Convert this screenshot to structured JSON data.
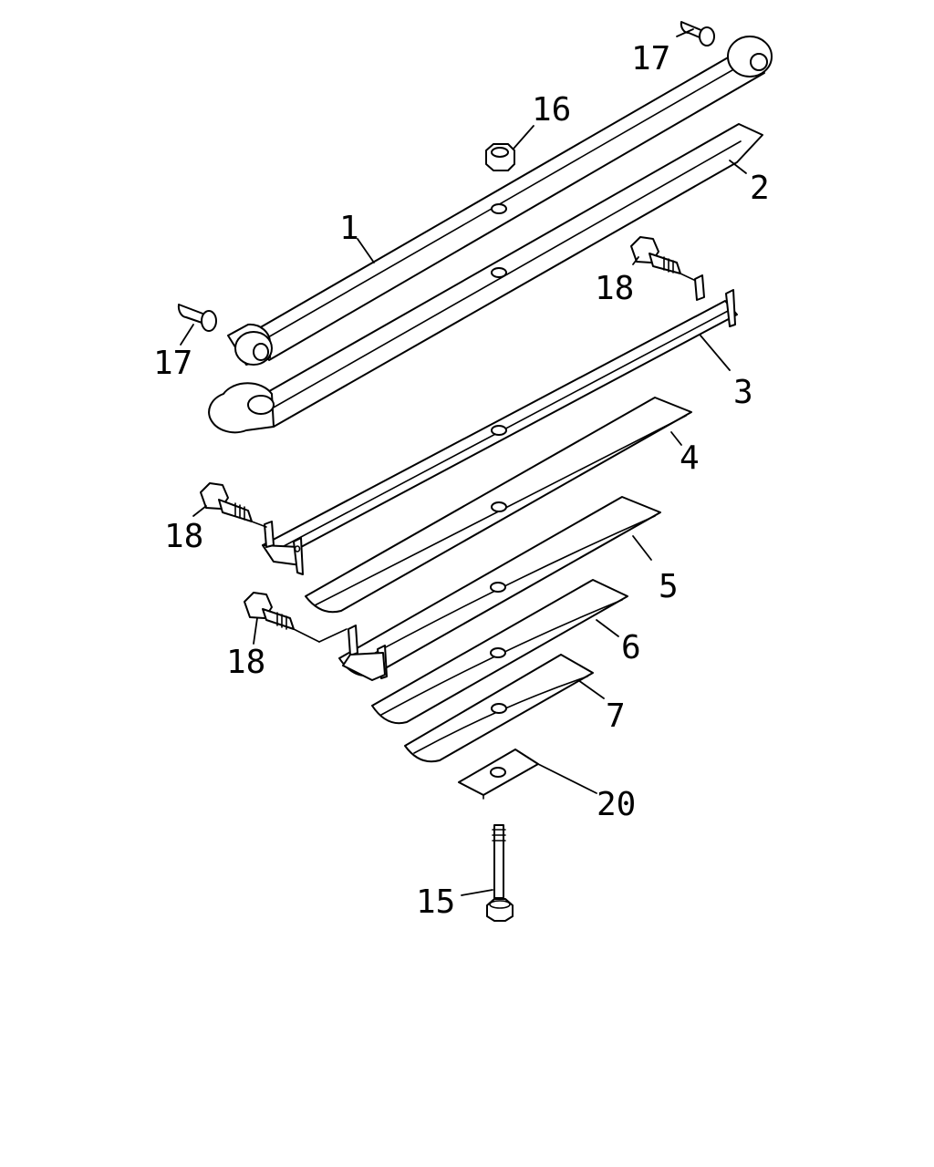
{
  "callouts": {
    "c1": "1",
    "c2": "2",
    "c3": "3",
    "c4": "4",
    "c5": "5",
    "c6": "6",
    "c7": "7",
    "c15": "15",
    "c16": "16",
    "c17a": "17",
    "c17b": "17",
    "c18a": "18",
    "c18b": "18",
    "c18c": "18",
    "c20": "20"
  }
}
